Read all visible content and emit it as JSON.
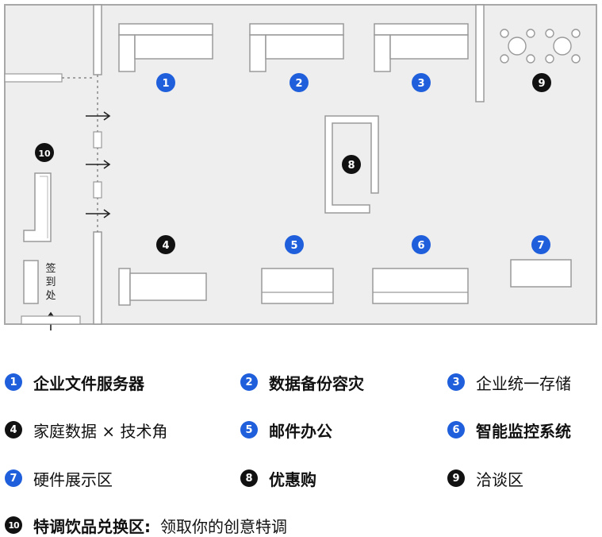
{
  "colors": {
    "floor": "#eeeeee",
    "wall": "#9e9e9e",
    "furniture_fill": "#ffffff",
    "furniture_stroke": "#9a9a9a",
    "marker_blue": "#1f5fdc",
    "marker_black": "#111111"
  },
  "floor_plan": {
    "checkin_label": "签到处",
    "markers": [
      {
        "n": "1",
        "color": "blue"
      },
      {
        "n": "2",
        "color": "blue"
      },
      {
        "n": "3",
        "color": "blue"
      },
      {
        "n": "4",
        "color": "black"
      },
      {
        "n": "5",
        "color": "blue"
      },
      {
        "n": "6",
        "color": "blue"
      },
      {
        "n": "7",
        "color": "blue"
      },
      {
        "n": "8",
        "color": "black"
      },
      {
        "n": "9",
        "color": "black"
      },
      {
        "n": "10",
        "color": "black"
      }
    ],
    "arrow_icons": [
      "arrow-right-icon",
      "arrow-right-icon",
      "arrow-right-icon",
      "arrow-up-icon"
    ]
  },
  "legend": [
    {
      "n": "1",
      "color": "blue",
      "label": "企业文件服务器",
      "bold": true
    },
    {
      "n": "2",
      "color": "blue",
      "label": "数据备份容灾",
      "bold": true
    },
    {
      "n": "3",
      "color": "blue",
      "label": "企业统一存储",
      "bold": false
    },
    {
      "n": "4",
      "color": "black",
      "label": "家庭数据 × 技术角",
      "bold": false
    },
    {
      "n": "5",
      "color": "blue",
      "label": "邮件办公",
      "bold": true
    },
    {
      "n": "6",
      "color": "blue",
      "label": "智能监控系统",
      "bold": true
    },
    {
      "n": "7",
      "color": "blue",
      "label": "硬件展示区",
      "bold": false
    },
    {
      "n": "8",
      "color": "black",
      "label": "优惠购",
      "bold": true
    },
    {
      "n": "9",
      "color": "black",
      "label": "洽谈区",
      "bold": false
    },
    {
      "n": "10",
      "color": "black",
      "label": "特调饮品兑换区:",
      "bold": true,
      "extra": "领取你的创意特调"
    }
  ]
}
